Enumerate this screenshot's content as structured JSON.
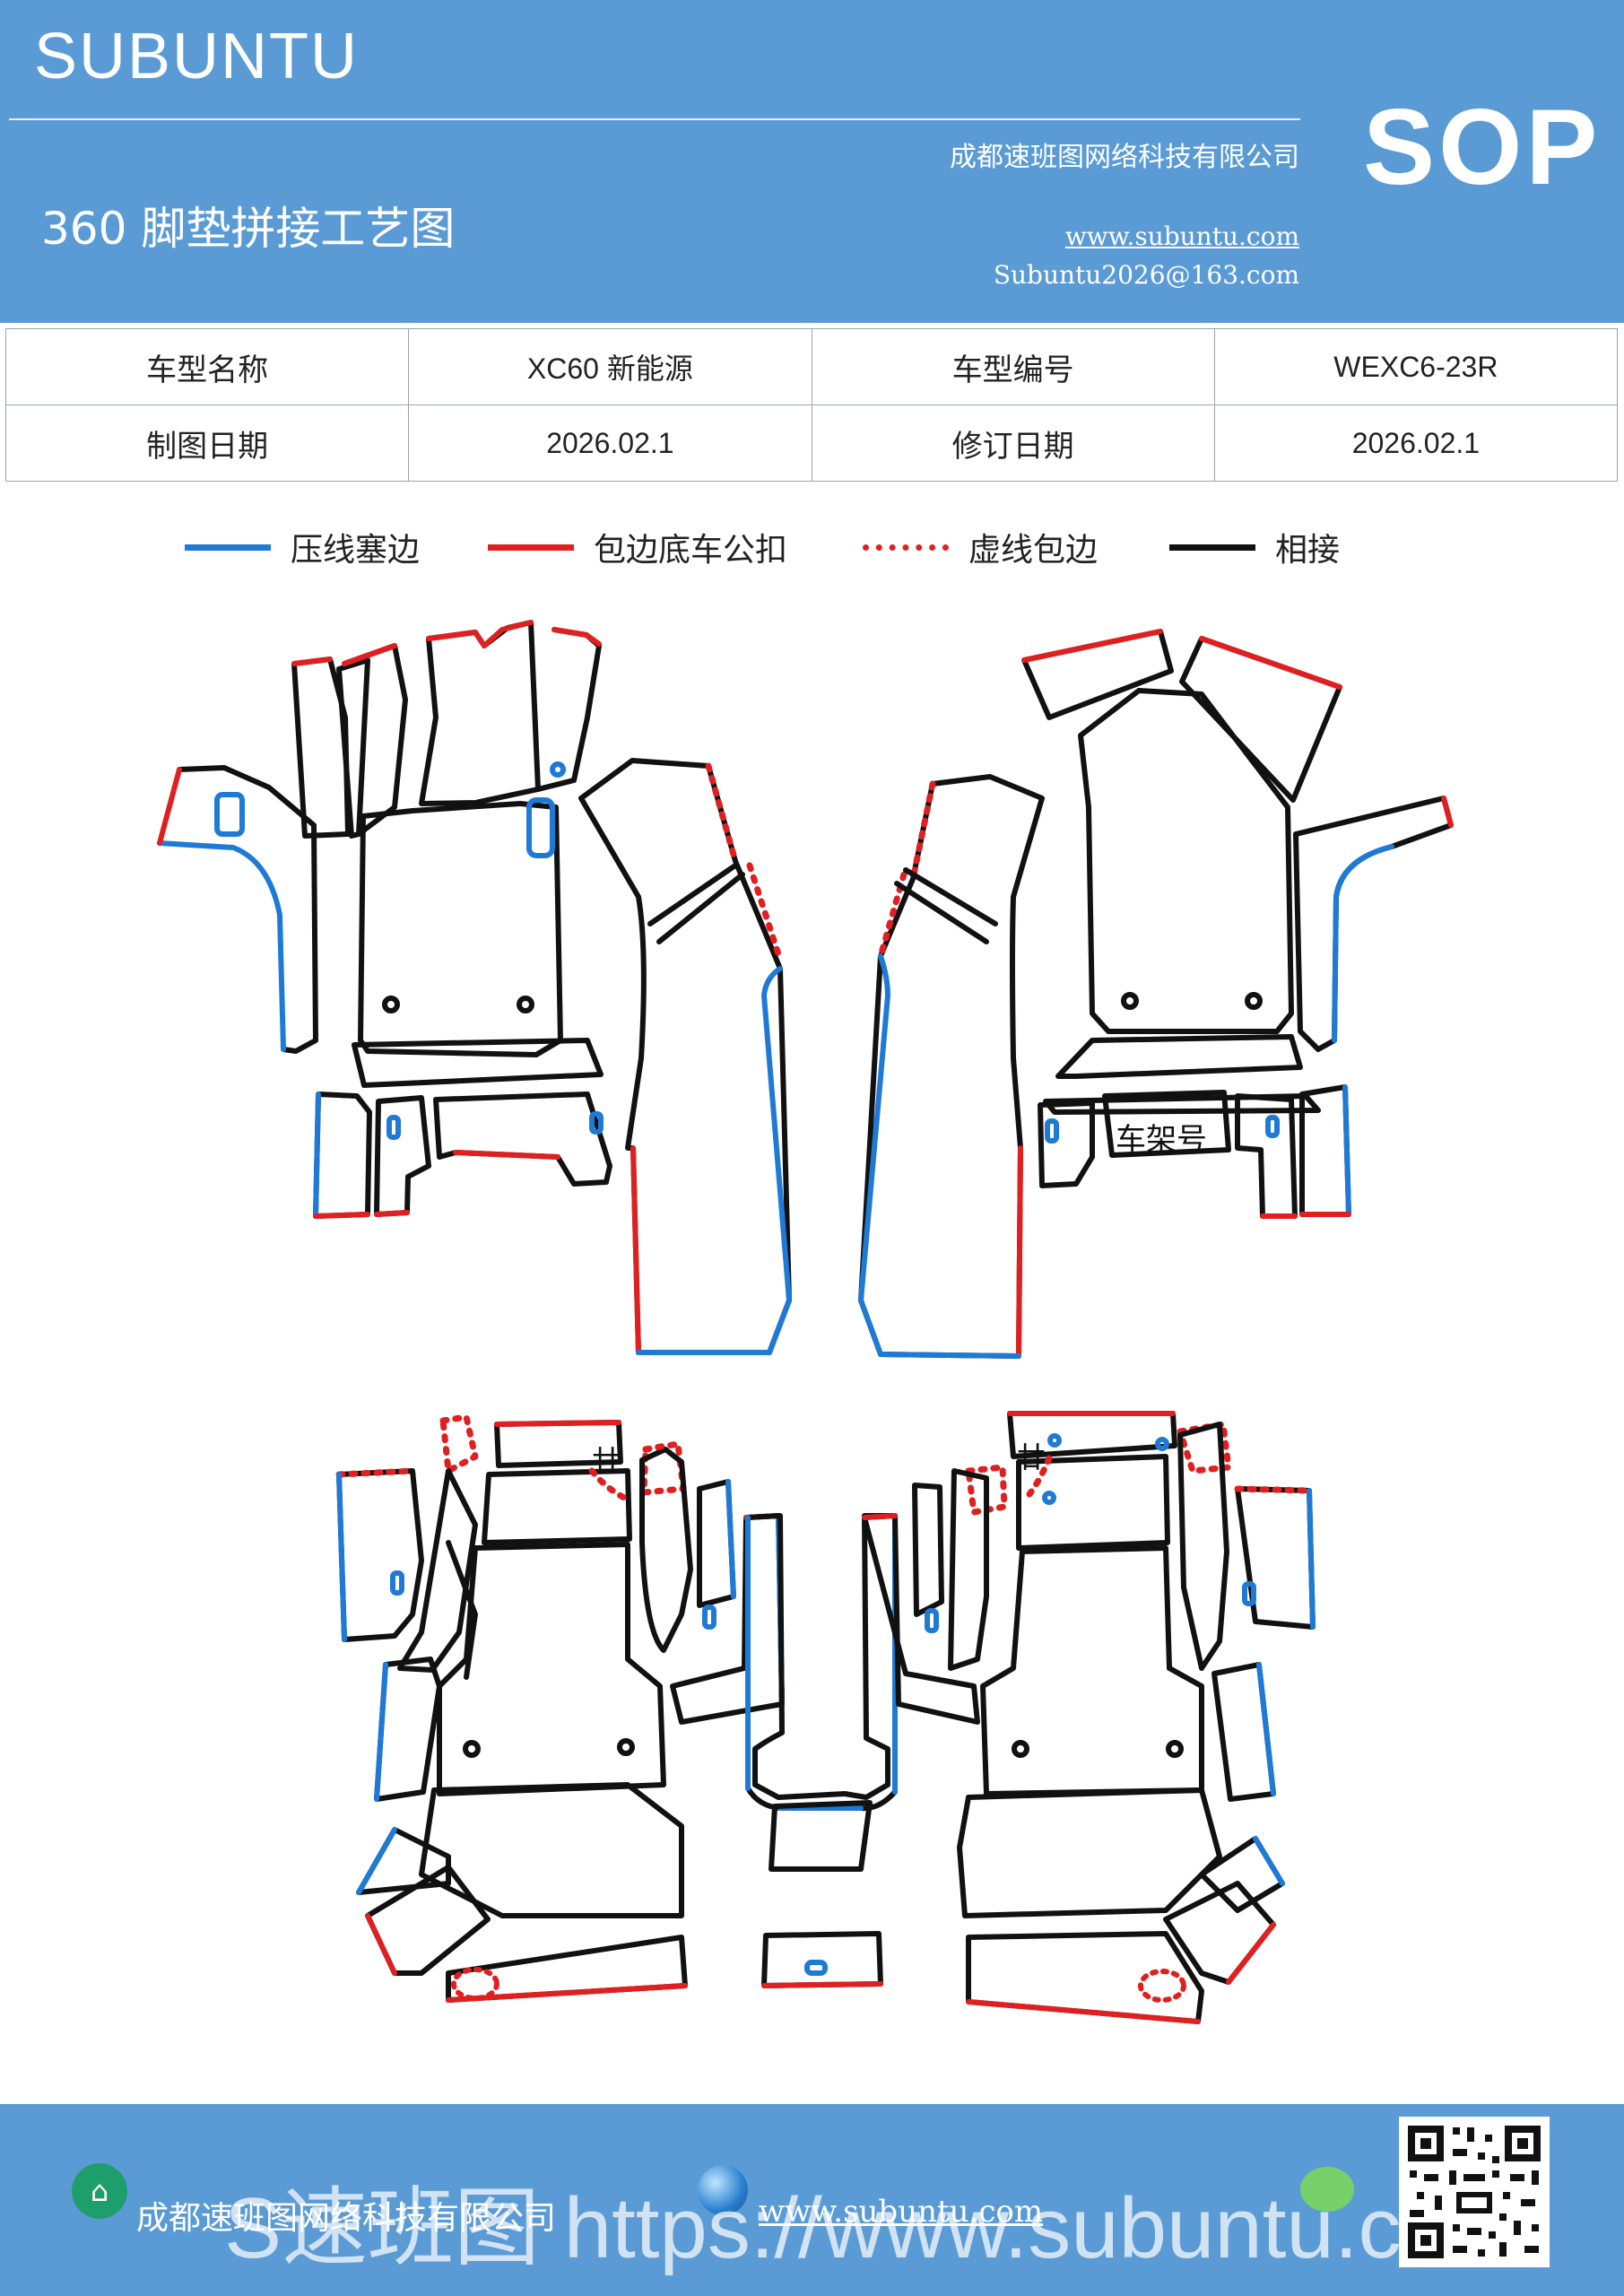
{
  "header": {
    "brand": "SUBUNTU",
    "sop_label": "SOP",
    "company": "成都速班图网络科技有限公司",
    "title": "360 脚垫拼接工艺图",
    "website": "www.subuntu.com",
    "email": "Subuntu2026@163.com"
  },
  "info_table": {
    "rows": [
      [
        "车型名称",
        "XC60 新能源",
        "车型编号",
        "WEXC6-23R"
      ],
      [
        "制图日期",
        "2026.02.1",
        "修订日期",
        "2026.02.1"
      ]
    ]
  },
  "legend": {
    "items": [
      {
        "label": "压线塞边",
        "color": "#1f7ad6",
        "style": "solid"
      },
      {
        "label": "包边底车公扣",
        "color": "#e02020",
        "style": "solid"
      },
      {
        "label": "虚线包边",
        "color": "#e02020",
        "style": "dotted"
      },
      {
        "label": "相接",
        "color": "#111111",
        "style": "solid"
      }
    ]
  },
  "diagram": {
    "frame_label": "车架号"
  },
  "footer": {
    "company": "成都速班图网络科技有限公司",
    "website": "www.subuntu.com",
    "watermark": "S速班图 https://www.subuntu.com"
  }
}
